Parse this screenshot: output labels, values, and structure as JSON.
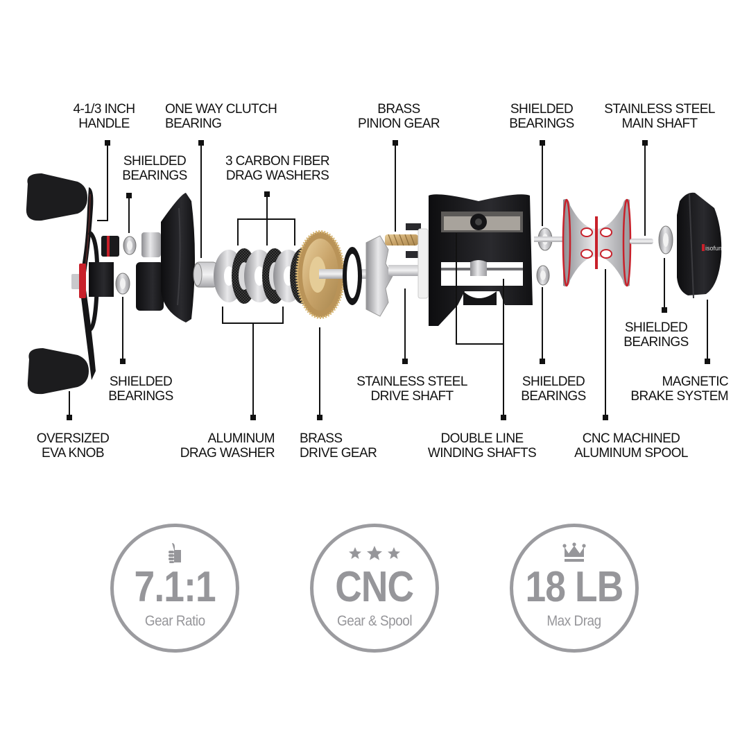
{
  "diagram": {
    "type": "exploded-view",
    "subject": "baitcasting fishing reel",
    "brand_mark": "Piscifun",
    "accent_colors": {
      "label_text": "#111111",
      "leader_line": "#111111",
      "badge_gray": "#9b9b9f",
      "red_accent": "#c8202a",
      "brass": "#c9a46a",
      "body_black": "#1a1a1c",
      "aluminum": "#b9b9bd"
    }
  },
  "labels_top": [
    {
      "id": "handle",
      "line1": "4-1/3 INCH",
      "line2": "HANDLE"
    },
    {
      "id": "clutch-bearing",
      "line1": "ONE WAY CLUTCH",
      "line2": "BEARING"
    },
    {
      "id": "pinion-gear",
      "line1": "BRASS",
      "line2": "PINION GEAR"
    },
    {
      "id": "shielded-bearings-top-right",
      "line1": "SHIELDED",
      "line2": "BEARINGS"
    },
    {
      "id": "main-shaft",
      "line1": "STAINLESS STEEL",
      "line2": "MAIN SHAFT"
    }
  ],
  "labels_upper_mid": [
    {
      "id": "shielded-bearings-top-left",
      "line1": "SHIELDED",
      "line2": "BEARINGS"
    },
    {
      "id": "carbon-drag-washers",
      "line1": "3 CARBON FIBER",
      "line2": "DRAG WASHERS"
    }
  ],
  "labels_lower_mid": [
    {
      "id": "shielded-bearings-bottom-left",
      "line1": "SHIELDED",
      "line2": "BEARINGS"
    },
    {
      "id": "drive-shaft",
      "line1": "STAINLESS STEEL",
      "line2": "DRIVE SHAFT"
    },
    {
      "id": "shielded-bearings-bottom-right",
      "line1": "SHIELDED",
      "line2": "BEARINGS"
    },
    {
      "id": "magnetic-brake",
      "line1": "MAGNETIC",
      "line2": "BRAKE SYSTEM"
    },
    {
      "id": "shielded-bearings-right",
      "line1": "SHIELDED",
      "line2": "BEARINGS"
    }
  ],
  "labels_bottom": [
    {
      "id": "eva-knob",
      "line1": "OVERSIZED",
      "line2": "EVA KNOB"
    },
    {
      "id": "aluminum-drag-washer",
      "line1": "ALUMINUM",
      "line2": "DRAG WASHER"
    },
    {
      "id": "drive-gear",
      "line1": "BRASS",
      "line2": "DRIVE GEAR"
    },
    {
      "id": "winding-shafts",
      "line1": "DOUBLE LINE",
      "line2": "WINDING SHAFTS"
    },
    {
      "id": "spool",
      "line1": "CNC MACHINED",
      "line2": "ALUMINUM SPOOL"
    }
  ],
  "badges": [
    {
      "icon": "thumbs-up-icon",
      "value": "7.1:1",
      "caption": "Gear Ratio"
    },
    {
      "icon": "three-stars-icon",
      "value": "CNC",
      "caption": "Gear & Spool"
    },
    {
      "icon": "crown-icon",
      "value": "18 LB",
      "caption": "Max Drag"
    }
  ]
}
